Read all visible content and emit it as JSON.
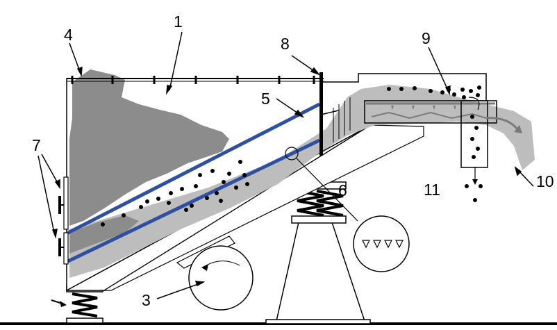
{
  "labels": {
    "l1": "1",
    "l3": "3",
    "l4": "4",
    "l5": "5",
    "l6": "6",
    "l7": "7",
    "l8": "8",
    "l9": "9",
    "l10": "10",
    "l11": "11"
  },
  "colors": {
    "material": "#8c8c8c",
    "fines": "#bdbdbd",
    "screen_deck": "#2f4fa0",
    "outline": "#000000",
    "background": "#ffffff"
  }
}
